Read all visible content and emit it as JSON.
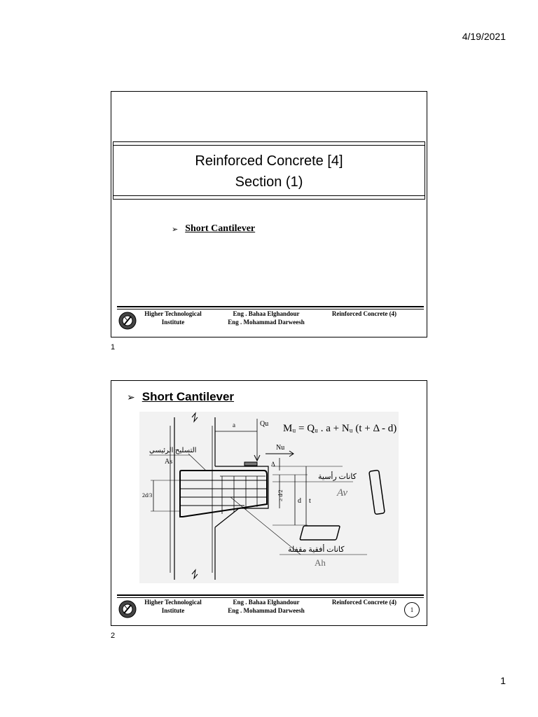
{
  "page": {
    "date": "4/19/2021",
    "number": "1"
  },
  "slide1": {
    "label": "1",
    "title_line1": "Reinforced Concrete [4]",
    "title_line2": "Section (1)",
    "bullet_symbol": "➢",
    "bullet_text": "Short Cantilever"
  },
  "slide2": {
    "label": "2",
    "bullet_symbol": "➢",
    "bullet_text": "Short Cantilever",
    "page_badge": "1",
    "diagram": {
      "formula": "Mᵤ = Qᵤ . a + Nᵤ (t + Δ - d)",
      "label_a": "a",
      "label_Qu": "Qu",
      "label_Nu": "Nu",
      "label_delta": "Δ",
      "label_As": "As",
      "label_As_arabic": "التسليح الرئيسي",
      "label_2d3": "2d/3",
      "label_ad2": "≥ d/2",
      "label_d": "d",
      "label_t": "t",
      "label_Av": "Av",
      "label_Av_arabic": "كانات رأسية",
      "label_Ah": "Ah",
      "label_Ah_arabic": "كانات أفقية مقفلة"
    }
  },
  "footer": {
    "institute_line1": "Higher Technological",
    "institute_line2": "Institute",
    "eng_line1": "Eng . Bahaa Elghandour",
    "eng_line2": "Eng . Mohammad Darweesh",
    "course": "Reinforced Concrete (4)"
  }
}
